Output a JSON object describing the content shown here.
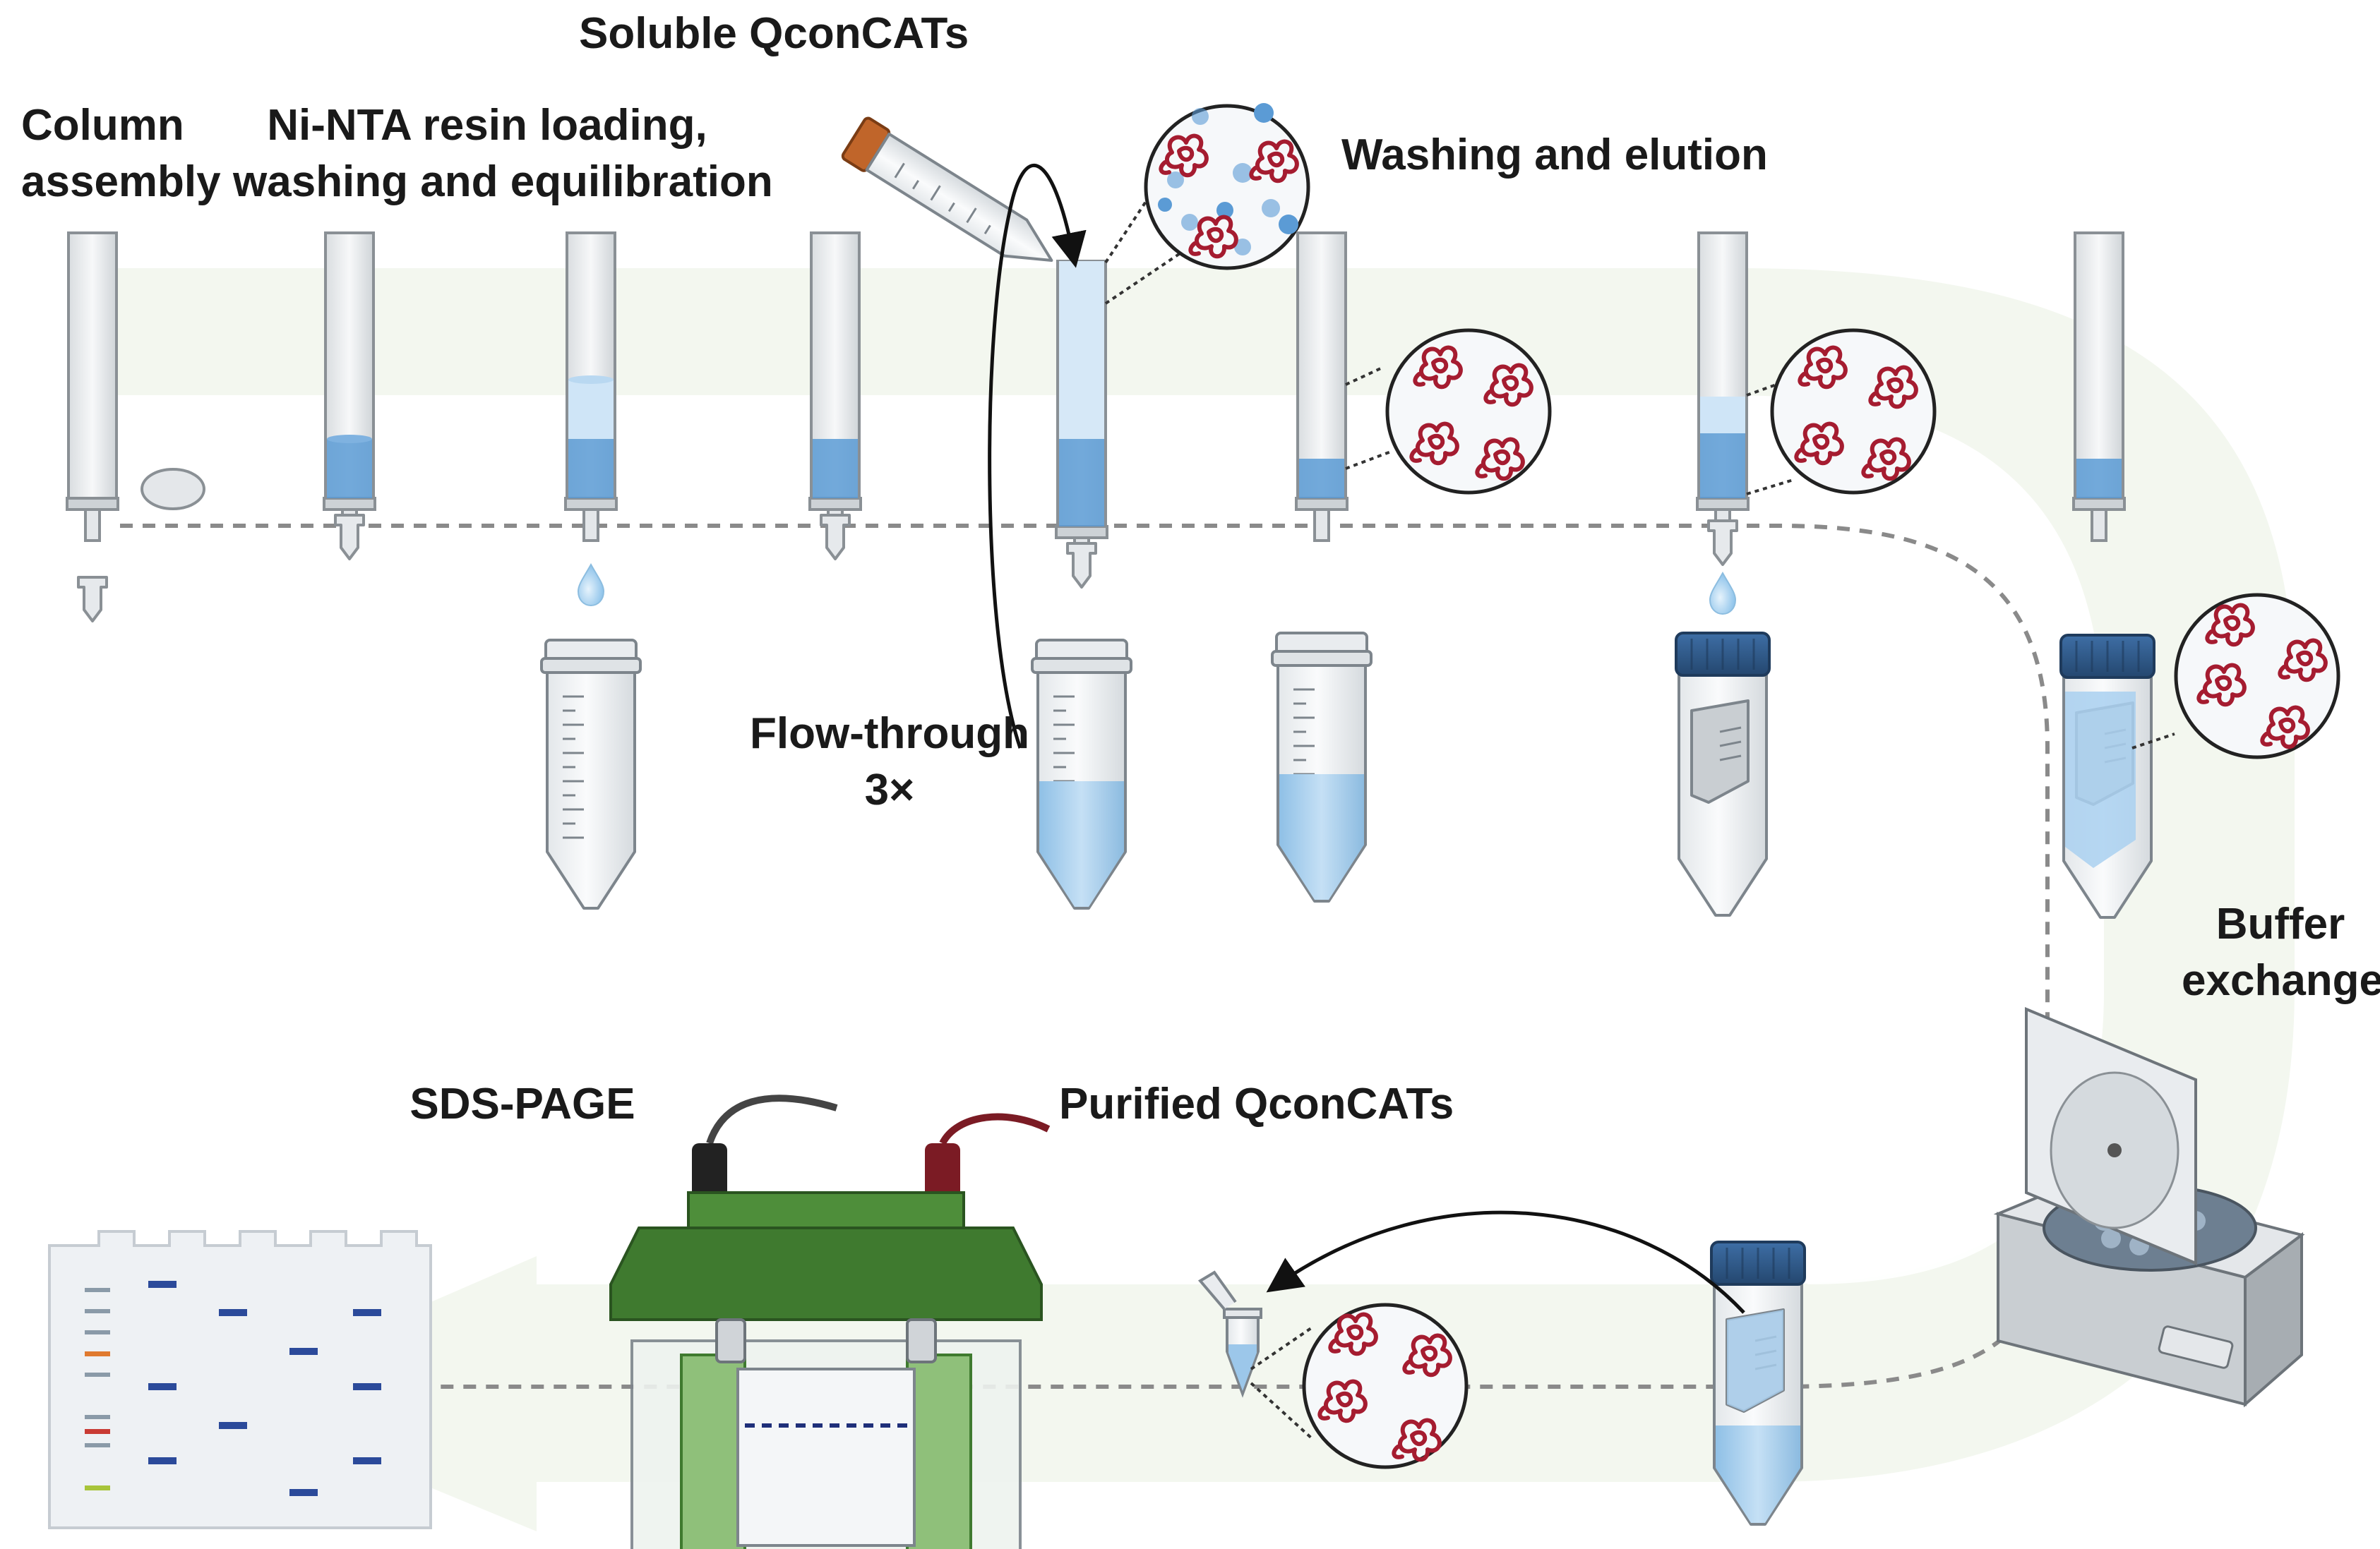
{
  "labels": {
    "column_assembly": [
      "Column",
      "assembly"
    ],
    "resin_loading": [
      "Ni-NTA resin loading,",
      "washing and equilibration"
    ],
    "soluble_qconcats": "Soluble QconCATs",
    "washing_elution": "Washing and elution",
    "flow_through": [
      "Flow-through",
      "3×"
    ],
    "buffer_exchange": [
      "Buffer",
      "exchange"
    ],
    "purified_qconcats": "Purified QconCATs",
    "sds_page": "SDS-PAGE"
  },
  "colors": {
    "liquid_blue": "#9cc7ea",
    "resin_blue": "#5b9bd5",
    "protein_red": "#a51c30",
    "cap_blue": "#2f5b8f",
    "cap_orange": "#c0652a",
    "electrode_green": "#3f7a2f",
    "electrode_green_light": "#8fc07a",
    "flow_band": "#f1f6ec",
    "dashed_line": "#8a8a8a"
  },
  "icons": [
    "gravity-column",
    "frit-disc",
    "conical-tube",
    "magnified-protein-circle",
    "benchtop-centrifuge",
    "electrophoresis-tank",
    "sds-page-gel",
    "microcentrifuge-tube",
    "curved-arrow"
  ]
}
